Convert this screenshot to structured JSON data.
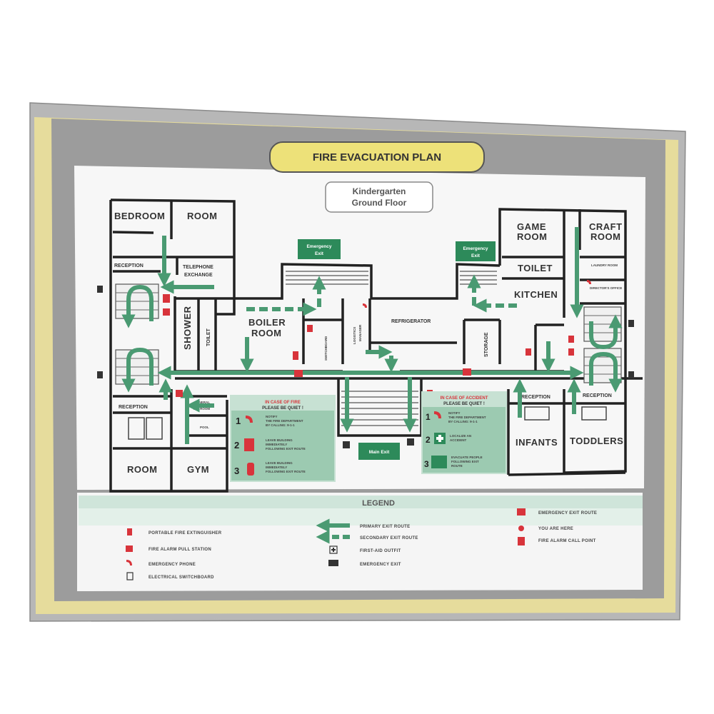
{
  "title": "FIRE EVACUATION PLAN",
  "subtitle_line1": "Kindergarten",
  "subtitle_line2": "Ground Floor",
  "colors": {
    "frame_gold": "#e6dc9c",
    "panel_gray": "#9c9c9c",
    "route_green": "#4a9a72",
    "box_green": "#c7e1d3",
    "alert_red": "#d8343b"
  },
  "rooms": {
    "bedroom": "BEDROOM",
    "room_top": "ROOM",
    "reception_left_top": "RECEPTION",
    "telephone1": "TELEPHONE",
    "telephone2": "EXCHANGE",
    "shower": "SHOWER",
    "toilet_left": "TOILET",
    "boiler1": "BOILER",
    "boiler2": "ROOM",
    "refrigerator": "REFRIGERATOR",
    "storage": "STORAGE",
    "switchboard": "SWITCHBOARD",
    "logistics1": "LOGISTICS",
    "logistics2": "MANAGER",
    "game1": "GAME",
    "game2": "ROOM",
    "craft1": "CRAFT",
    "craft2": "ROOM",
    "toilet_right": "TOILET",
    "kitchen": "KITCHEN",
    "laundry1": "LAUNDRY ROOM",
    "director1": "DIRECTOR'S OFFICE",
    "reception_left_bottom": "RECEPTION",
    "general1": "GENERAL",
    "general2": "TEA ROOM",
    "pool": "POOL",
    "room_bottom": "ROOM",
    "gym": "GYM",
    "reception_infants": "RECEPTION",
    "reception_toddlers": "RECEPTION",
    "infants": "INFANTS",
    "toddlers": "TODDLERS"
  },
  "exits": {
    "emergency1": "Emergency",
    "emergency2": "Exit",
    "main_exit": "Main Exit"
  },
  "fire_box": {
    "title1": "IN CASE OF FIRE",
    "title2": "PLEASE BE QUIET !",
    "steps": [
      {
        "num": "1",
        "text1": "NOTIFY",
        "text2": "THE FIRE DEPARTMENT",
        "text3": "BY CALLING: 9-1-1"
      },
      {
        "num": "2",
        "text1": "LEAVE BUILDING",
        "text2": "IMMEDIATELY",
        "text3": "FOLLOWING EXIT ROUTE"
      },
      {
        "num": "3",
        "text1": "LEAVE BUILDING",
        "text2": "IMMEDIATELY",
        "text3": "FOLLOWING EXIT ROUTE"
      }
    ]
  },
  "accident_box": {
    "title1": "IN CASE OF ACCIDENT",
    "title2": "PLEASE BE QUIET !",
    "steps": [
      {
        "num": "1",
        "text1": "NOTIFY",
        "text2": "THE FIRE DEPARTMENT",
        "text3": "BY CALLING: 9-1-1"
      },
      {
        "num": "2",
        "text1": "LOCALIZE AN",
        "text2": "ACCIDENT",
        "text3": ""
      },
      {
        "num": "3",
        "text1": "EVACUATE PEOPLE",
        "text2": "FOLLOWING EXIT",
        "text3": "ROUTE"
      }
    ]
  },
  "legend": {
    "title": "LEGEND",
    "items": [
      {
        "icon": "fire-extinguisher-icon",
        "label": "PORTABLE FIRE EXTINGUISHER"
      },
      {
        "icon": "fire-alarm-pull-station-icon",
        "label": "FIRE ALARM PULL STATION"
      },
      {
        "icon": "emergency-phone-icon",
        "label": "EMERGENCY PHONE"
      },
      {
        "icon": "electrical-switchboard-icon",
        "label": "ELECTRICAL SWITCHBOARD"
      },
      {
        "icon": "primary-route-arrow-icon",
        "label": "PRIMARY EXIT ROUTE"
      },
      {
        "icon": "secondary-route-arrow-icon",
        "label": "SECONDARY EXIT ROUTE"
      },
      {
        "icon": "first-aid-outfit-icon",
        "label": "FIRST-AID OUTFIT"
      },
      {
        "icon": "emergency-exit-icon",
        "label": "EMERGENCY EXIT"
      },
      {
        "icon": "emergency-exit-route-icon",
        "label": "EMERGENCY EXIT ROUTE"
      },
      {
        "icon": "you-are-here-icon",
        "label": "YOU ARE HERE"
      },
      {
        "icon": "fire-alarm-call-point-icon",
        "label": "FIRE ALARM CALL POINT"
      }
    ]
  }
}
